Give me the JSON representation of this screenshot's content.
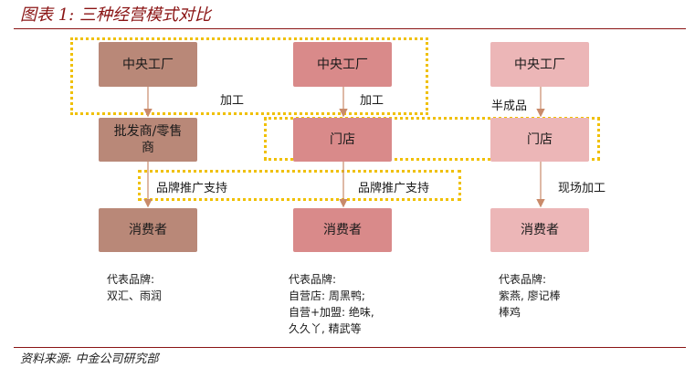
{
  "title": "图表 1:  三种经营模式对比",
  "source": "资料来源:  中金公司研究部",
  "col1": {
    "factory": "中央工厂",
    "middle": "批发商/零售商",
    "consumer": "消费者",
    "brand_title": "代表品牌:",
    "brand_lines": [
      "双汇、雨润"
    ]
  },
  "col2": {
    "factory": "中央工厂",
    "middle": "门店",
    "consumer": "消费者",
    "brand_title": "代表品牌:",
    "brand_lines": [
      "自营店: 周黑鸭;",
      "自营+加盟: 绝味,",
      "久久丫, 精武等"
    ]
  },
  "col3": {
    "factory": "中央工厂",
    "middle": "门店",
    "consumer": "消费者",
    "brand_title": "代表品牌:",
    "brand_lines": [
      "紫燕, 廖记棒",
      "棒鸡"
    ]
  },
  "labels": {
    "process1": "加工",
    "process2": "加工",
    "semi": "半成品",
    "support1": "品牌推广支持",
    "support2": "品牌推广支持",
    "onsite": "现场加工"
  },
  "colors": {
    "title_red": "#8a1414",
    "col1_box": "#b98878",
    "col2_box": "#d98a8a",
    "col3_box": "#ecb6b7",
    "dotted_border": "#f0c000",
    "arrow": "#c98a6a"
  }
}
